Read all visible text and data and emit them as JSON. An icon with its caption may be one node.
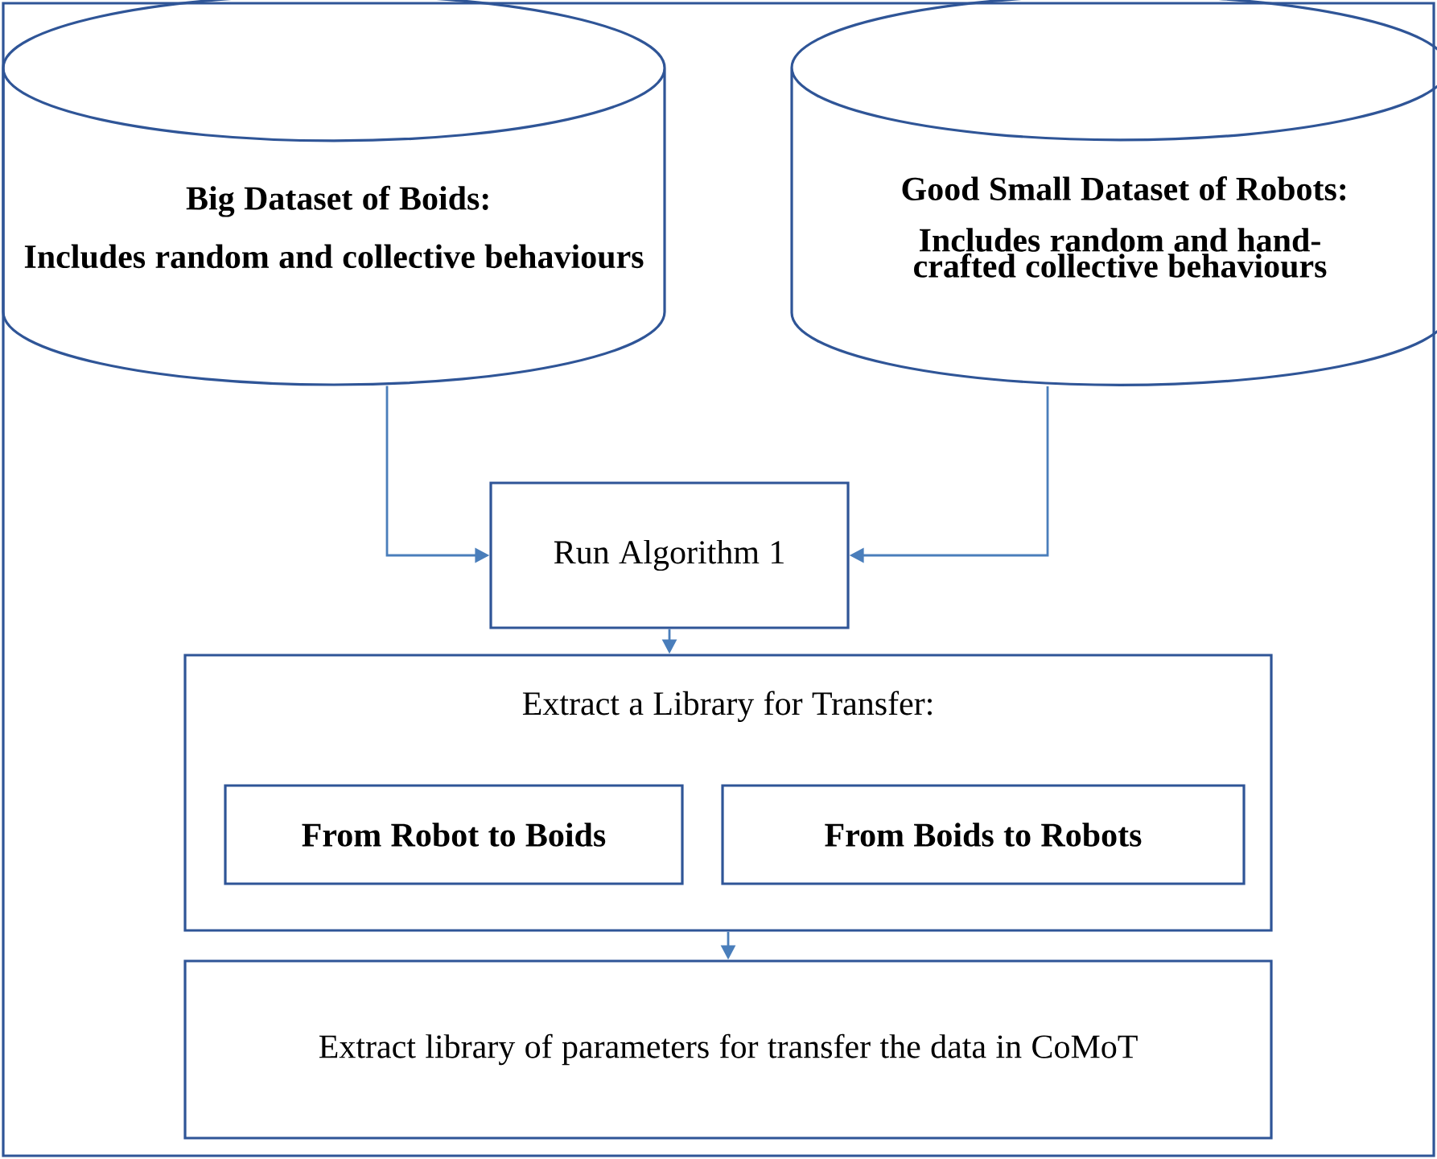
{
  "diagram": {
    "nodes": [
      {
        "text": [
          "**Big Dataset of Boids:**",
          "**Includes random and collective behaviours**"
        ]
      },
      {
        "text": [
          "**Good Small Dataset of Robots:**",
          "**Includes random and hand-crafted collective behaviours**"
        ]
      },
      {
        "text": [
          "Run Algorithm 1"
        ]
      },
      {
        "text": [
          "Extract a Library for Transfer:"
        ]
      },
      {
        "text": [
          "**From Robot to Boids**"
        ],
        "in": 3
      },
      {
        "text": [
          "**From Boids to Robots**"
        ],
        "in": 3
      },
      {
        "text": [
          "Extract library of parameters for transfer the data in CoMoT"
        ]
      }
    ],
    "edges": [
      {
        "from": 0,
        "to": 2,
        "arrow": "to"
      },
      {
        "from": 1,
        "to": 2,
        "arrow": "to"
      },
      {
        "from": 2,
        "to": 3,
        "arrow": "to"
      },
      {
        "from": 3,
        "to": 6,
        "arrow": "to"
      }
    ]
  }
}
